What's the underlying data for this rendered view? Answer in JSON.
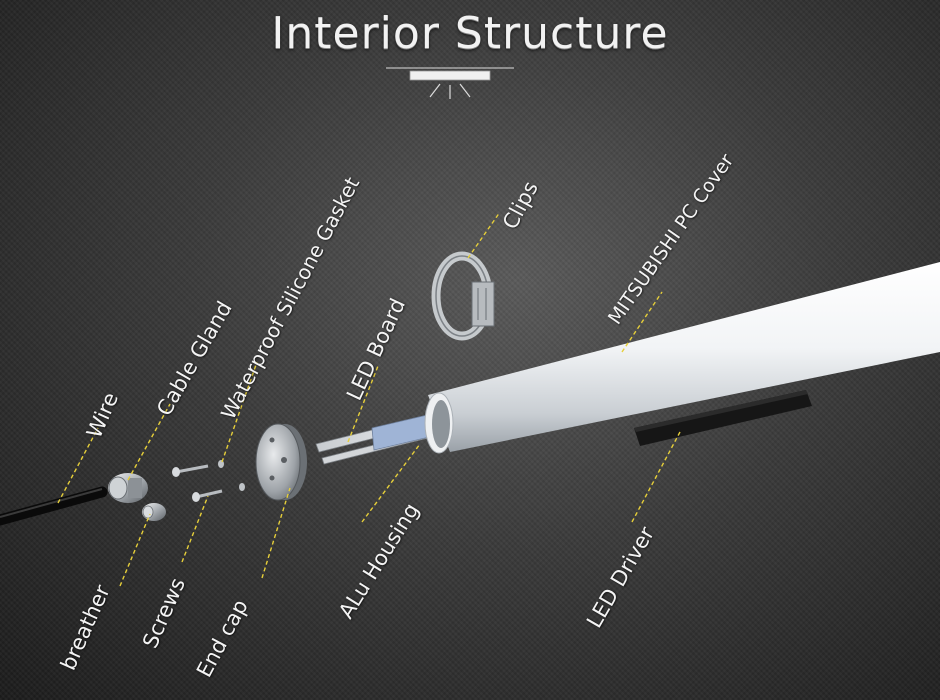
{
  "title": "Interior Structure",
  "labels": {
    "wire": "Wire",
    "cable_gland": "Cable Gland",
    "gasket": "Waterproof Silicone Gasket",
    "led_board": "LED Board",
    "clips": "Clips",
    "pc_cover": "MITSUBISHI PC Cover",
    "breather": "breather",
    "screws": "Screws",
    "end_cap": "End cap",
    "alu_housing": "ALu Housing",
    "led_driver": "LED Driver"
  },
  "colors": {
    "background": "#3a3a3a",
    "leader_line": "#e6cf3a",
    "label_text": "#f4f4f4"
  }
}
